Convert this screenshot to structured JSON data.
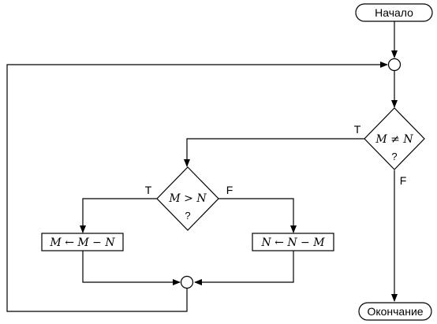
{
  "start": {
    "label": "Начало"
  },
  "end": {
    "label": "Окончание"
  },
  "decision_outer": {
    "condition": "M ≠ N",
    "question": "?",
    "true_label": "T",
    "false_label": "F"
  },
  "decision_inner": {
    "condition": "M > N",
    "question": "?",
    "true_label": "T",
    "false_label": "F"
  },
  "process_left": {
    "text": "M ← M − N"
  },
  "process_right": {
    "text": "N ← N − M"
  }
}
